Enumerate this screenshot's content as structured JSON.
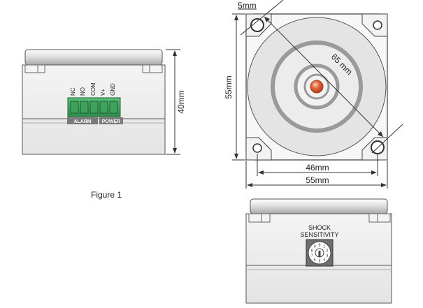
{
  "figure_caption": "Figure 1",
  "front_view": {
    "terminal_labels": [
      "NC",
      "NO",
      "COM",
      "V+",
      "GND"
    ],
    "group_labels": {
      "alarm": "ALARM",
      "power": "POWER"
    },
    "height_dimension": "40mm"
  },
  "top_view": {
    "hole_dimension": "5mm",
    "diagonal_dimension": "65 mm",
    "side_dimension": "55mm",
    "hole_spacing_dimension": "46mm",
    "width_dimension": "55mm",
    "led_color": "#e0603a"
  },
  "rear_view": {
    "label_line1": "SHOCK",
    "label_line2": "SENSITIVITY",
    "dial_digits": [
      "0",
      "1",
      "2",
      "3",
      "4",
      "5",
      "6",
      "7",
      "8",
      "9"
    ]
  }
}
